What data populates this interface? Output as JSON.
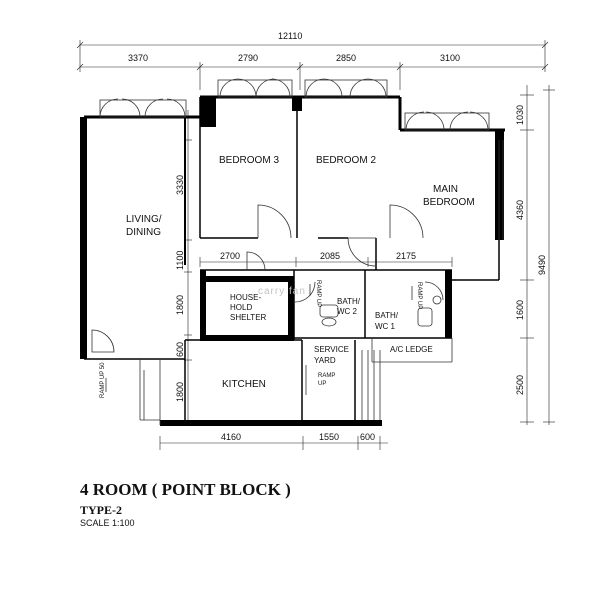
{
  "title": "4 ROOM ( POINT BLOCK )",
  "subtitle": "TYPE-2",
  "scale": "SCALE 1:100",
  "watermark": "carry fan",
  "rooms": {
    "living": "LIVING/",
    "dining": "DINING",
    "bedroom3": "BEDROOM 3",
    "bedroom2": "BEDROOM 2",
    "main1": "MAIN",
    "main2": "BEDROOM",
    "shelter1": "HOUSE-",
    "shelter2": "HOLD",
    "shelter3": "SHELTER",
    "bath2a": "BATH/",
    "bath2b": "WC 2",
    "bath1a": "BATH/",
    "bath1b": "WC 1",
    "serviceA": "SERVICE",
    "serviceB": "YARD",
    "kitchen": "KITCHEN",
    "ac_ledge": "A/C LEDGE",
    "ramp_up": "RAMP UP",
    "ramp_up_50": "RAMP UP 50",
    "ramp": "RAMP",
    "up": "UP"
  },
  "dimensions": {
    "overall_width": "12110",
    "top": [
      "3370",
      "2790",
      "2850",
      "3100"
    ],
    "left_vertical": [
      "3330",
      "1100",
      "1800",
      "600",
      "1800"
    ],
    "right_vertical": [
      "1030",
      "4360",
      "1600",
      "2500"
    ],
    "overall_height": "9490",
    "middle": [
      "2700",
      "2085",
      "2175"
    ],
    "bottom": [
      "4160",
      "1550",
      "600"
    ]
  }
}
